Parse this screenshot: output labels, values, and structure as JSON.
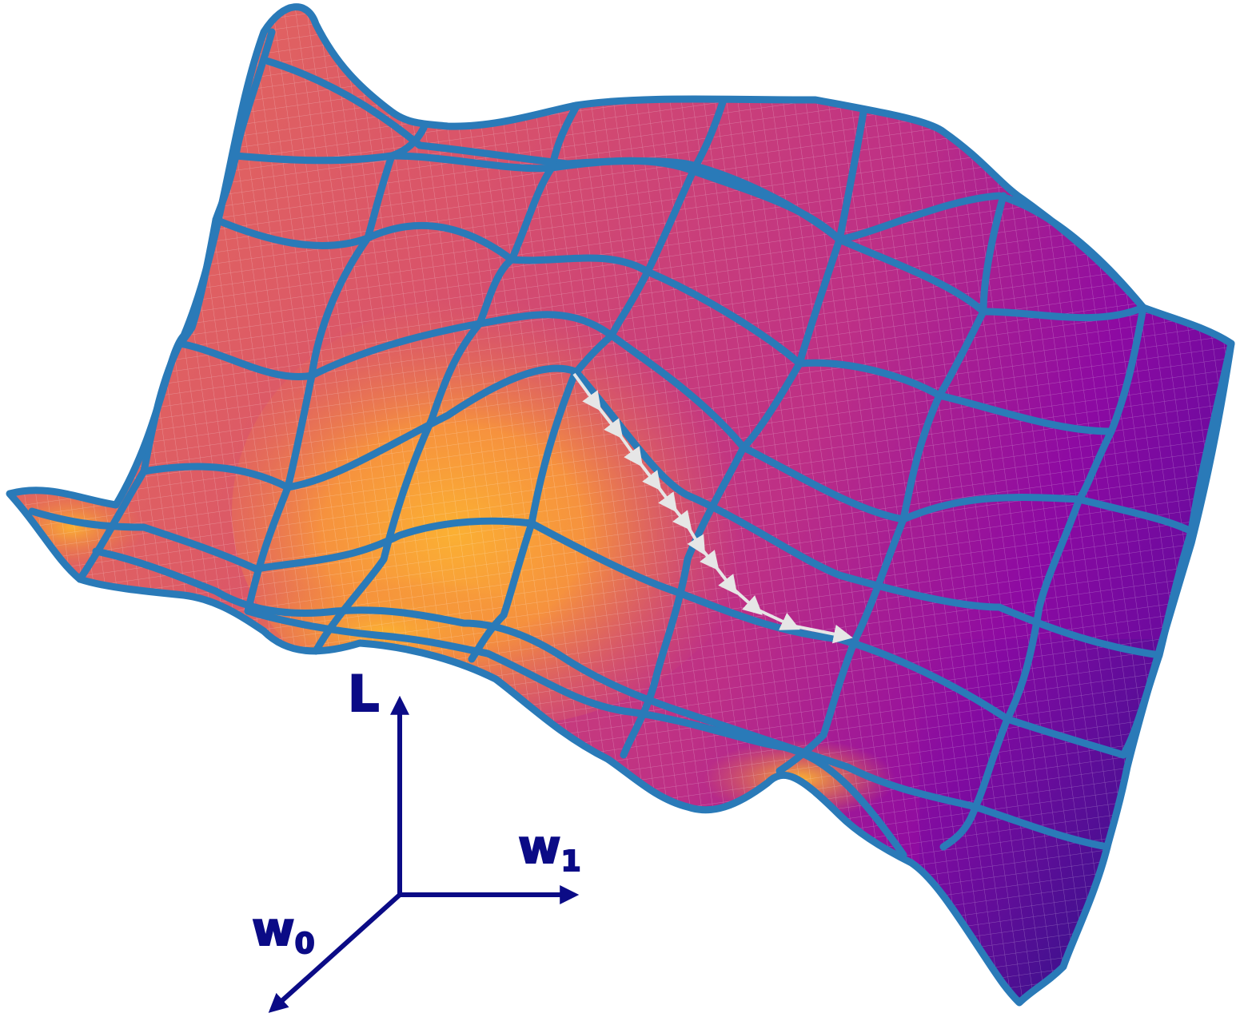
{
  "figure": {
    "description_free": true,
    "colors": {
      "grid_line": "#2a7ab8",
      "fine_mesh": "#ffffff",
      "axis": "#0b0b86",
      "path": "#e6e6e6",
      "surface_low": "#f9b233",
      "surface_mid": "#d9536a",
      "surface_high": "#7a0aa6",
      "surface_deep": "#2b1580"
    },
    "axes": {
      "vertical_label": "L",
      "right_label_base": "w",
      "right_label_sub": "1",
      "diagonal_label_base": "w",
      "diagonal_label_sub": "0"
    },
    "descent_path": {
      "arrow_count": 12,
      "arrowhead": "triangle"
    }
  }
}
